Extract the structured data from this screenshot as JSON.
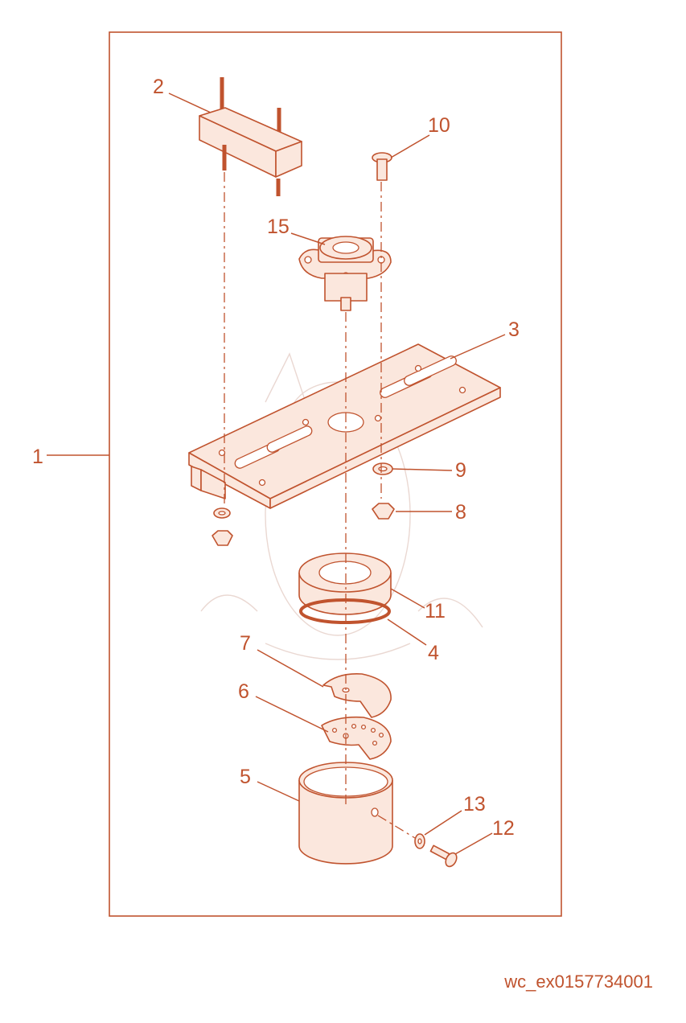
{
  "diagram": {
    "callouts": [
      {
        "id": "1",
        "text": "1"
      },
      {
        "id": "2",
        "text": "2"
      },
      {
        "id": "3",
        "text": "3"
      },
      {
        "id": "4",
        "text": "4"
      },
      {
        "id": "5",
        "text": "5"
      },
      {
        "id": "6",
        "text": "6"
      },
      {
        "id": "7",
        "text": "7"
      },
      {
        "id": "8",
        "text": "8"
      },
      {
        "id": "9",
        "text": "9"
      },
      {
        "id": "10",
        "text": "10"
      },
      {
        "id": "11",
        "text": "11"
      },
      {
        "id": "12",
        "text": "12"
      },
      {
        "id": "13",
        "text": "13"
      },
      {
        "id": "15",
        "text": "15"
      }
    ],
    "drawing_code": "wc_ex0157734001",
    "line_color": "#c0532e",
    "fill_color": "#fbe7dd"
  }
}
